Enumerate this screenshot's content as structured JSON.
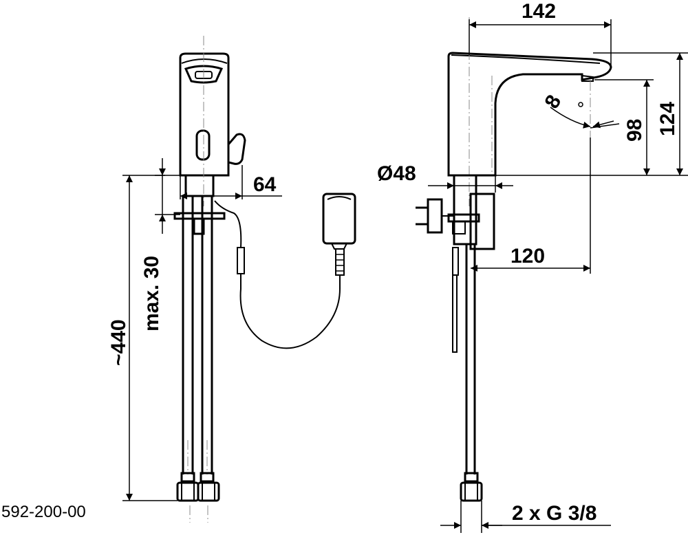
{
  "drawing": {
    "product_code": "592-200-00",
    "dimensions": {
      "spout_reach": "142",
      "body_width": "64",
      "diameter": "Ø48",
      "total_height": "124",
      "spout_height": "98",
      "outlet_offset": "120",
      "max_thickness": "max. 30",
      "hose_length": "~440",
      "connection": "2 x G 3/8",
      "angle": "8"
    }
  }
}
